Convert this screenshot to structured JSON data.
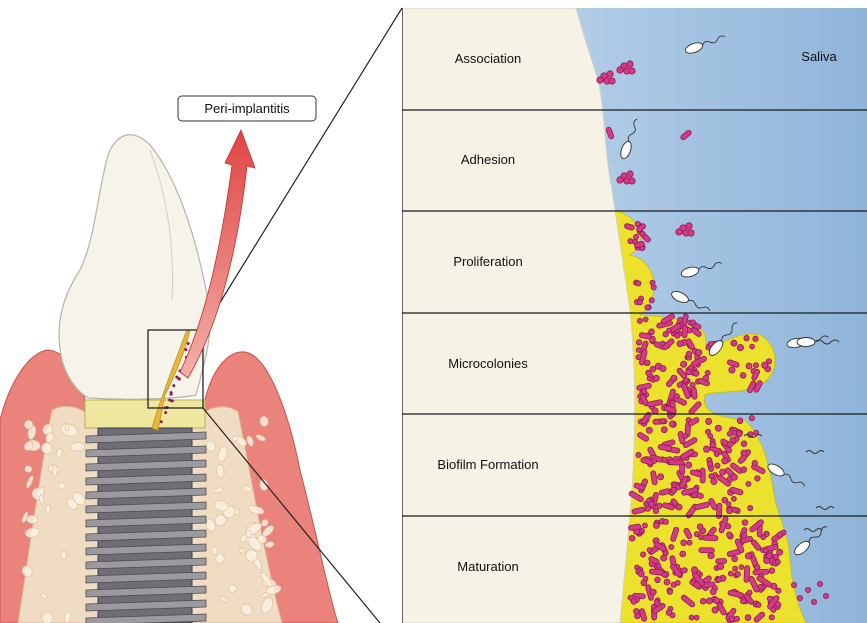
{
  "callout_label": "Peri-implantitis",
  "medium_label": "Saliva",
  "stages": [
    {
      "label": "Association"
    },
    {
      "label": "Adhesion"
    },
    {
      "label": "Proliferation"
    },
    {
      "label": "Microcolonies"
    },
    {
      "label": "Biofilm Formation"
    },
    {
      "label": "Maturation"
    }
  ],
  "colors": {
    "crown": "#f6f3ea",
    "gingiva": "#e9837c",
    "gingiva_dark": "#d9605a",
    "bone": "#f0dcc2",
    "implant": "#6e6e74",
    "abutment": "#efe6a0",
    "surface": "#f7f2e6",
    "saliva": "#a9c7e4",
    "biofilm_matrix": "#ece12c",
    "bacteria": "#d63a86",
    "bacteria_dark": "#8b1d55",
    "arrow": "#e04545"
  }
}
